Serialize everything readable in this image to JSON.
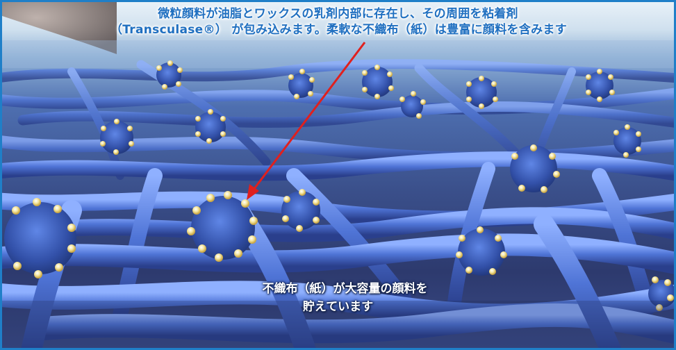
{
  "caption_top": {
    "line1": "微粒顔料が油脂とワックスの乳剤内部に存在し、その周囲を粘着剤",
    "line2": "（Transculase®） が包み込みます。柔軟な不織布（紙）は豊富に顔料を含みます"
  },
  "caption_bottom": {
    "line1": "不織布（紙）が大容量の顔料を",
    "line2": "貯えています"
  },
  "colors": {
    "border": "#1f7fc8",
    "caption_top_text": "#1f6fc0",
    "caption_bottom_text": "#ffffff",
    "fiber": "#4a6fd0",
    "pigment": "#f4e6a0",
    "arrow": "#e0201e"
  }
}
